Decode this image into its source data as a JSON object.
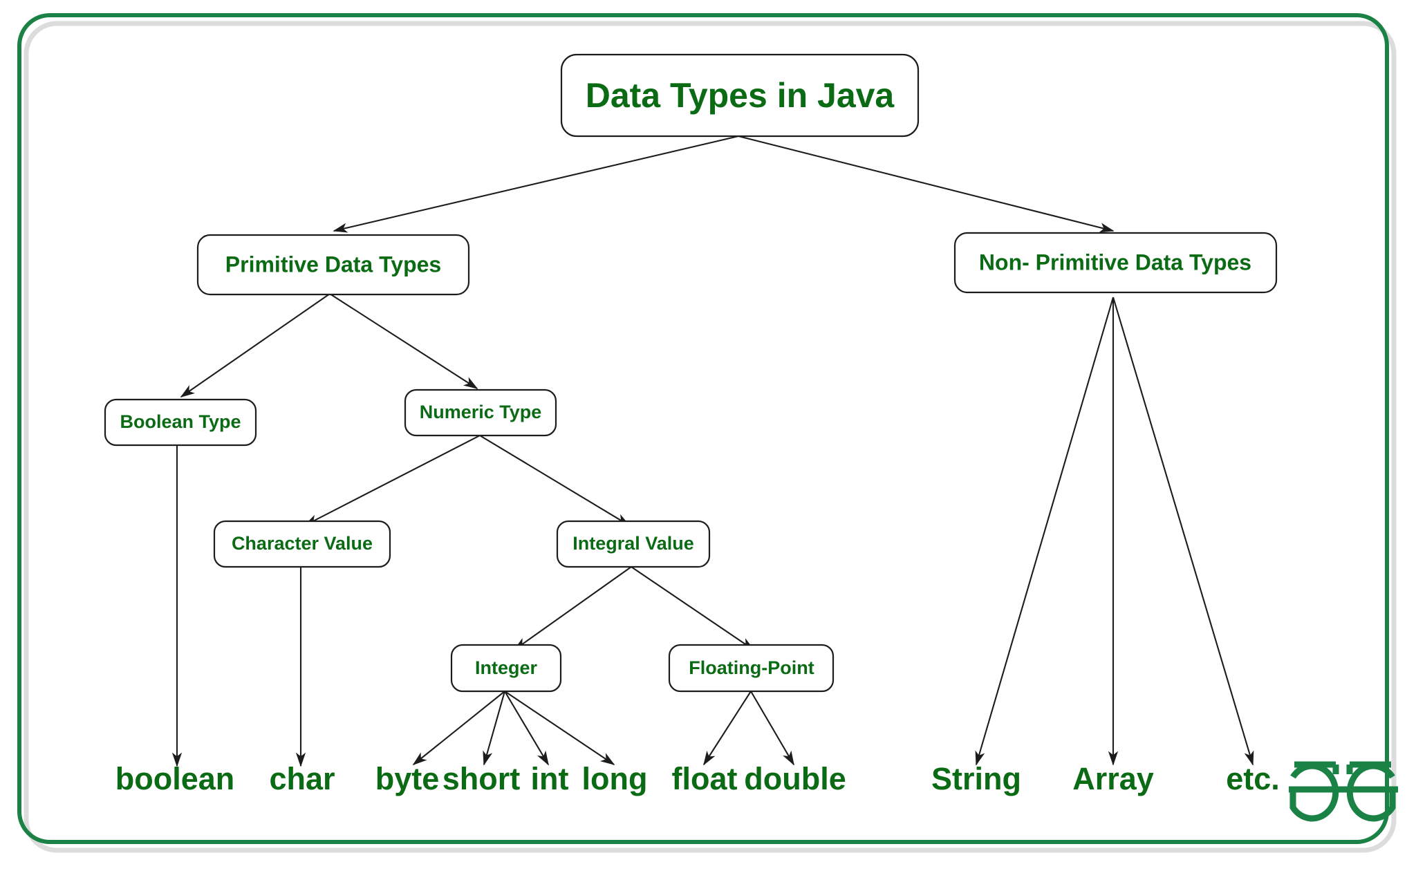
{
  "figure": {
    "title": "Data Types in Java",
    "kind": "tree-diagram",
    "brand": "GeeksforGeeks",
    "logo_text": "ƎG",
    "colors": {
      "text_green": "#0b6b15",
      "frame_green": "#1a8245",
      "frame_gray": "#dcdcdc",
      "edge_black": "#1c1c1c",
      "box_fill": "#ffffff",
      "background": "#ffffff"
    }
  },
  "nodes": {
    "root": {
      "label": "Data Types in Java"
    },
    "primitive": {
      "label": "Primitive Data Types"
    },
    "nonprimitive": {
      "label": "Non- Primitive Data Types"
    },
    "boolean_type": {
      "label": "Boolean Type"
    },
    "numeric_type": {
      "label": "Numeric Type"
    },
    "character_value": {
      "label": "Character Value"
    },
    "integral_value": {
      "label": "Integral Value"
    },
    "integer": {
      "label": "Integer"
    },
    "floating_point": {
      "label": "Floating-Point"
    }
  },
  "leaves": {
    "boolean": {
      "label": "boolean"
    },
    "char": {
      "label": "char"
    },
    "byte": {
      "label": "byte"
    },
    "short": {
      "label": "short"
    },
    "int": {
      "label": "int"
    },
    "long": {
      "label": "long"
    },
    "float": {
      "label": "float"
    },
    "double": {
      "label": "double"
    },
    "string": {
      "label": "String"
    },
    "array": {
      "label": "Array"
    },
    "etc": {
      "label": "etc."
    }
  },
  "hierarchy": {
    "Data Types in Java": [
      "Primitive Data Types",
      "Non- Primitive Data Types"
    ],
    "Primitive Data Types": [
      "Boolean Type",
      "Numeric Type"
    ],
    "Boolean Type": [
      "boolean"
    ],
    "Numeric Type": [
      "Character Value",
      "Integral Value"
    ],
    "Character Value": [
      "char"
    ],
    "Integral Value": [
      "Integer",
      "Floating-Point"
    ],
    "Integer": [
      "byte",
      "short",
      "int",
      "long"
    ],
    "Floating-Point": [
      "float",
      "double"
    ],
    "Non- Primitive Data Types": [
      "String",
      "Array",
      "etc."
    ]
  }
}
